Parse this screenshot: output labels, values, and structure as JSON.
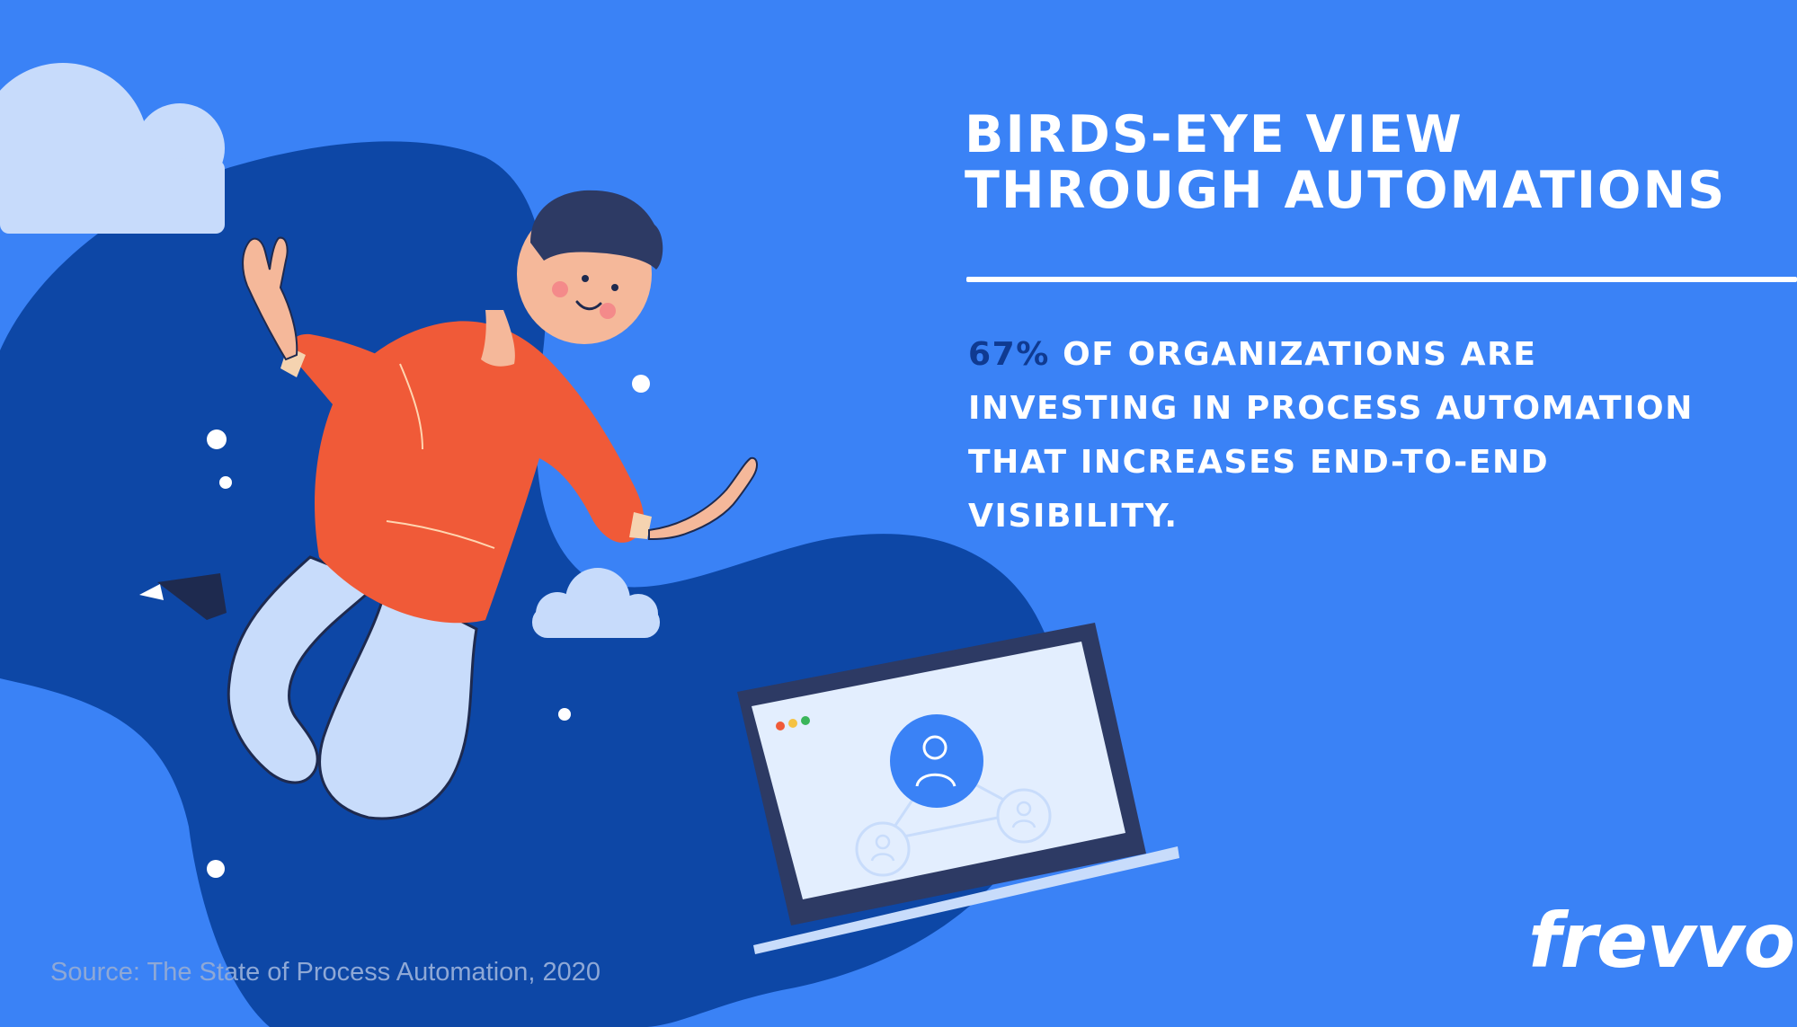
{
  "headline": "BIRDS-EYE VIEW THROUGH AUTOMATIONS",
  "stat": {
    "percent": "67%",
    "rest": " OF ORGANIZATIONS ARE INVESTING IN PROCESS AUTOMATION THAT INCREASES END-TO-END VISIBILITY."
  },
  "source": "Source: The State of Process Automation, 2020",
  "brand": {
    "logo": "frevvo"
  },
  "colors": {
    "background": "#3a82f6",
    "blob": "#0d47a6",
    "shirt": "#f05a38",
    "pants": "#c8dcfb",
    "cloud": "#c7dbfb",
    "accent_text": "#0f3a91",
    "laptop_frame": "#2d3a64"
  },
  "icons": [
    "cloud-icon",
    "person-illustration",
    "laptop-illustration",
    "user-network-icon"
  ]
}
